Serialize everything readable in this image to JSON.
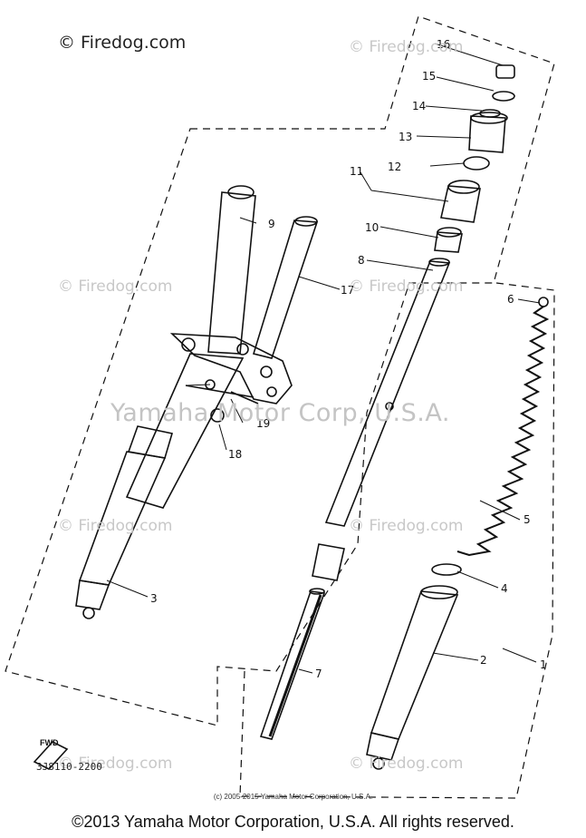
{
  "watermarks": {
    "top_left": "© Firedog.com",
    "repeat": "© Firedog.com",
    "center": "Yamaha Motor Corp, U.S.A."
  },
  "callouts": [
    "1",
    "2",
    "3",
    "4",
    "5",
    "6",
    "7",
    "8",
    "9",
    "10",
    "11",
    "12",
    "13",
    "14",
    "15",
    "16",
    "17",
    "18",
    "19"
  ],
  "fwd_label": "FWD",
  "part_code": "3J8110-2200",
  "inner_copyright": "(c) 2005-2015 Yamaha Motor Corporation, U.S.A.",
  "footer": "©2013 Yamaha Motor Corporation, U.S.A. All rights reserved.",
  "colors": {
    "line": "#111111",
    "watermark": "#c8c8c8",
    "background": "#ffffff"
  }
}
